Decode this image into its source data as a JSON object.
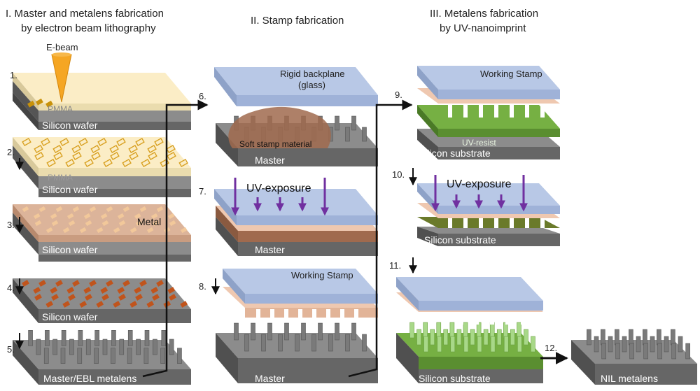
{
  "columns": {
    "col1_line1": "I. Master and metalens fabrication",
    "col1_line2": "by electron beam lithography",
    "col2": "II. Stamp fabrication",
    "col3_line1": "III. Metalens fabrication",
    "col3_line2": "by UV-nanoimprint"
  },
  "steps": {
    "s1": "1.",
    "s2": "2.",
    "s3": "3.",
    "s4": "4.",
    "s5": "5.",
    "s6": "6.",
    "s7": "7.",
    "s8": "8.",
    "s9": "9.",
    "s10": "10.",
    "s11": "11.",
    "s12": "12."
  },
  "labels": {
    "ebeam": "E-beam",
    "pmma": "PMMA",
    "silicon_wafer": "Silicon wafer",
    "metal": "Metal",
    "master_ebl": "Master/EBL metalens",
    "rigid_backplane_1": "Rigid backplane",
    "rigid_backplane_2": "(glass)",
    "soft_stamp": "Soft stamp material",
    "master": "Master",
    "uv_exposure": "UV-exposure",
    "working_stamp": "Working Stamp",
    "uv_resist": "UV-resist",
    "silicon_substrate": "Silicon substrate",
    "nil_metalens": "NIL metalens"
  },
  "colors": {
    "pmma": "#fbedc6",
    "silicon_top": "#8c8c8c",
    "silicon_side": "#555555",
    "glass": "#b8c8e6",
    "pink_layer": "#efc8b0",
    "metal_layer": "#d8b49c",
    "resist_green": "#76b043",
    "uv_purple": "#7030a0",
    "brown_stamp": "#a06a4e",
    "dot_gold": "#c8920a",
    "dot_copper": "#c0541c"
  }
}
